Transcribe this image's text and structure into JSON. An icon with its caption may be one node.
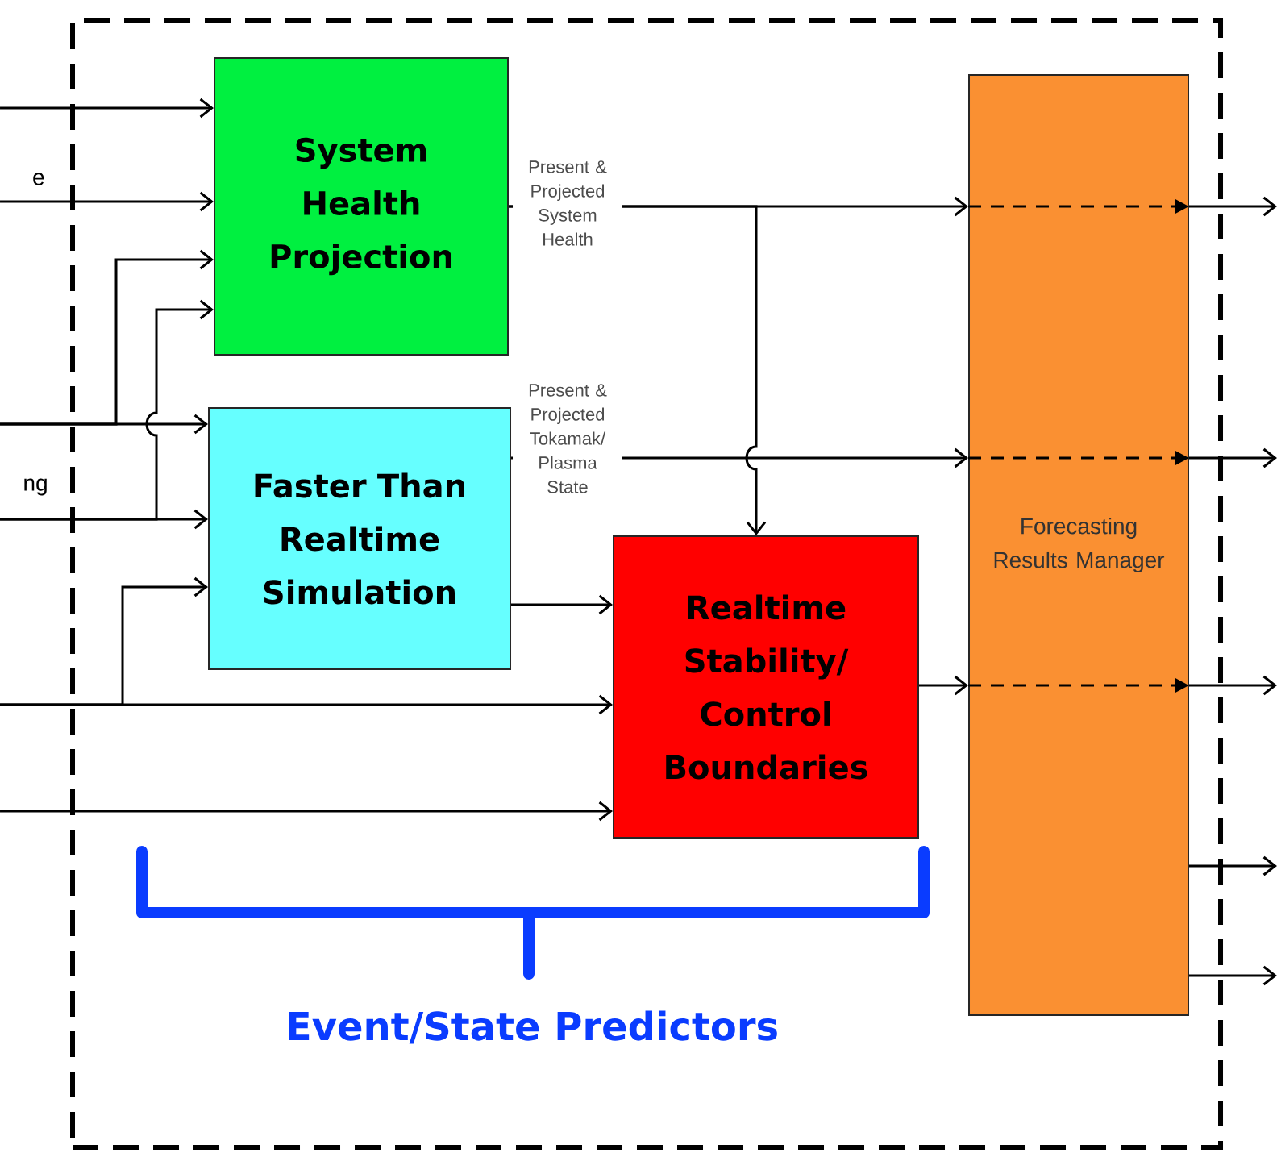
{
  "diagram": {
    "nodes": [
      {
        "text": [],
        "shape": "box"
      },
      {
        "text": [
          "System Health Projection"
        ],
        "in": 0
      },
      {
        "text": [
          "Faster Than Realtime Simulation"
        ],
        "in": 0
      },
      {
        "text": [
          "Realtime Stability/ Control Boundaries"
        ],
        "in": 0
      },
      {
        "text": [
          "Forecasting Results Manager"
        ],
        "in": 0
      }
    ],
    "edges": [
      {
        "from": null,
        "to": 1,
        "arrow": "to"
      },
      {
        "from": null,
        "to": 1,
        "arrow": "to"
      },
      {
        "from": null,
        "to": 2,
        "arrow": "to"
      },
      {
        "from": null,
        "to": 1,
        "arrow": "to"
      },
      {
        "from": null,
        "to": 2,
        "arrow": "to"
      },
      {
        "from": null,
        "to": 1,
        "arrow": "to"
      },
      {
        "from": null,
        "to": 2,
        "arrow": "to"
      },
      {
        "from": null,
        "to": 3,
        "arrow": "to"
      },
      {
        "from": null,
        "to": 3,
        "arrow": "to"
      },
      {
        "from": 2,
        "to": 3,
        "arrow": "to"
      },
      {
        "from": 1,
        "to": 4,
        "arrow": "to",
        "label": "Present & Projected System Health"
      },
      {
        "from": 1,
        "to": 3,
        "arrow": "to"
      },
      {
        "from": 2,
        "to": 4,
        "arrow": "to",
        "label": "Present & Projected Tokamak/ Plasma State"
      },
      {
        "from": 3,
        "to": 4,
        "arrow": "to"
      },
      {
        "from": 4,
        "to": null,
        "arrow": "to"
      },
      {
        "from": 4,
        "to": null,
        "arrow": "to"
      },
      {
        "from": 4,
        "to": null,
        "arrow": "to"
      },
      {
        "from": 4,
        "to": null,
        "arrow": "to"
      },
      {
        "from": 4,
        "to": null,
        "arrow": "to"
      }
    ],
    "labels": [
      "e",
      "ng",
      "Event/State Predictors"
    ]
  }
}
